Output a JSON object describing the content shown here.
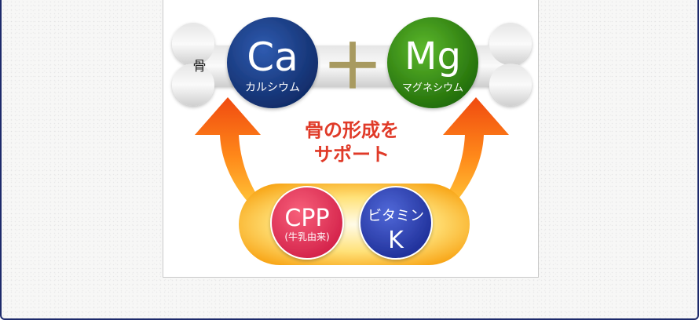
{
  "bone_label": "骨",
  "calcium": {
    "symbol": "Ca",
    "name": "カルシウム"
  },
  "plus_sign": "＋",
  "magnesium": {
    "symbol": "Mg",
    "name": "マグネシウム"
  },
  "support_text": {
    "line1": "骨の形成を",
    "line2": "サポート"
  },
  "cpp": {
    "title": "CPP",
    "subtitle": "(牛乳由来)"
  },
  "vitamin_k": {
    "line1": "ビタミン",
    "line2": "K"
  },
  "colors": {
    "frame_border": "#1d2a6b",
    "calcium_circle": "#1b3a80",
    "magnesium_circle": "#2f8a10",
    "cpp_circle": "#e8385a",
    "vitamin_circle": "#2b3fae",
    "support_text": "#e03a28",
    "plus_sign": "#a89a60",
    "arrow": "#f05a10",
    "capsule": "#fdb92a"
  }
}
